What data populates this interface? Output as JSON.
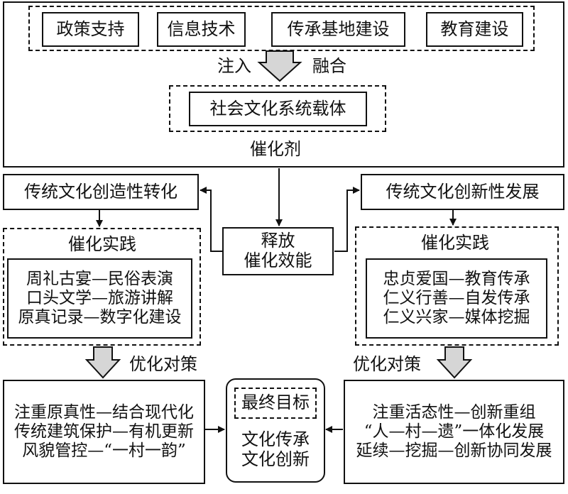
{
  "top": {
    "inputs": [
      "政策支持",
      "信息技术",
      "传承基地建设",
      "教育建设"
    ],
    "label_left": "注入",
    "label_right": "融合",
    "carrier": "社会文化系统载体",
    "catalyst": "催化剂"
  },
  "center": {
    "release_line1": "释放",
    "release_line2": "催化效能"
  },
  "left": {
    "title": "传统文化创造性转化",
    "practice_title": "催化实践",
    "practices": [
      "周礼古宴—民俗表演",
      "口头文学—旅游讲解",
      "原真记录—数字化建设"
    ],
    "optimize_label": "优化对策",
    "strategies": [
      "注重原真性—结合现代化",
      "传统建筑保护—有机更新",
      "风貌管控—“一村一韵”"
    ]
  },
  "right": {
    "title": "传统文化创新性发展",
    "practice_title": "催化实践",
    "practices": [
      "忠贞爱国—教育传承",
      "仁义行善—自发传承",
      "仁义兴家—媒体挖掘"
    ],
    "optimize_label": "优化对策",
    "strategies": [
      "注重活态性—创新重组",
      "“人—村—遗”一体化发展",
      "延续—挖掘—创新协同发展"
    ]
  },
  "goal": {
    "title": "最终目标",
    "line1": "文化传承",
    "line2": "文化创新"
  }
}
